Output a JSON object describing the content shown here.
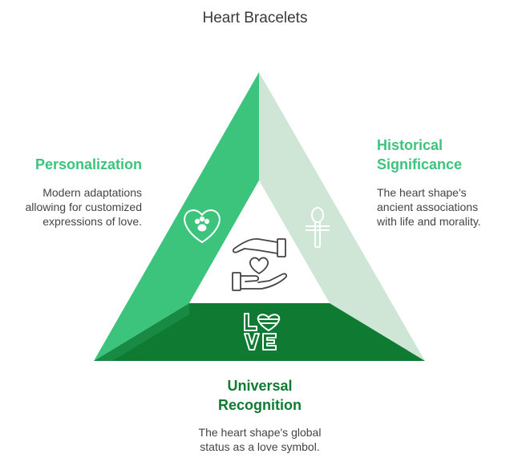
{
  "title": "Heart Bracelets",
  "colors": {
    "accent_green": "#3cc47c",
    "dark_green": "#0e7a32",
    "light_green": "#cfe6d7",
    "text": "#444444"
  },
  "sections": {
    "personalization": {
      "heading": "Personalization",
      "description": [
        "Modern adaptations",
        "allowing for customized",
        "expressions of love."
      ],
      "icon": "heart-paw-icon"
    },
    "historical": {
      "heading": [
        "Historical",
        "Significance"
      ],
      "description": [
        "The heart shape's",
        "ancient associations",
        "with life and morality."
      ],
      "icon": "ankh-icon"
    },
    "universal": {
      "heading": [
        "Universal",
        "Recognition"
      ],
      "description": [
        "The heart shape's global",
        "status as a love symbol."
      ],
      "icon": "love-text-icon"
    },
    "center": {
      "icon": "hands-heart-icon"
    }
  }
}
